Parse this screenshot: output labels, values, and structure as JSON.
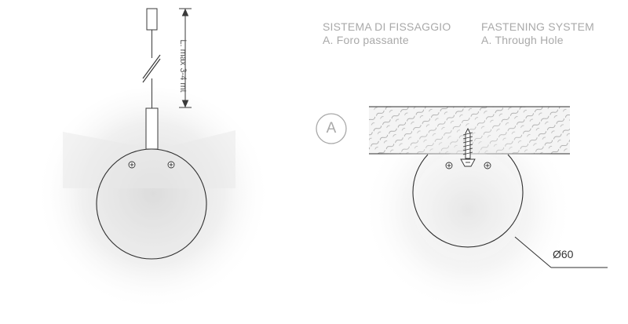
{
  "title_it": {
    "line1": "SISTEMA DI FISSAGGIO",
    "line2": "A. Foro passante"
  },
  "title_en": {
    "line1": "FASTENING SYSTEM",
    "line2": "A. Through Hole"
  },
  "cable_length_label": "L. max 3-4 mt",
  "mount_badge_letter": "A",
  "diameter_label": "Ø60",
  "colors": {
    "line": "#3a3a3a",
    "caption": "#a9a9a9",
    "shade": "#c9c9c9"
  }
}
